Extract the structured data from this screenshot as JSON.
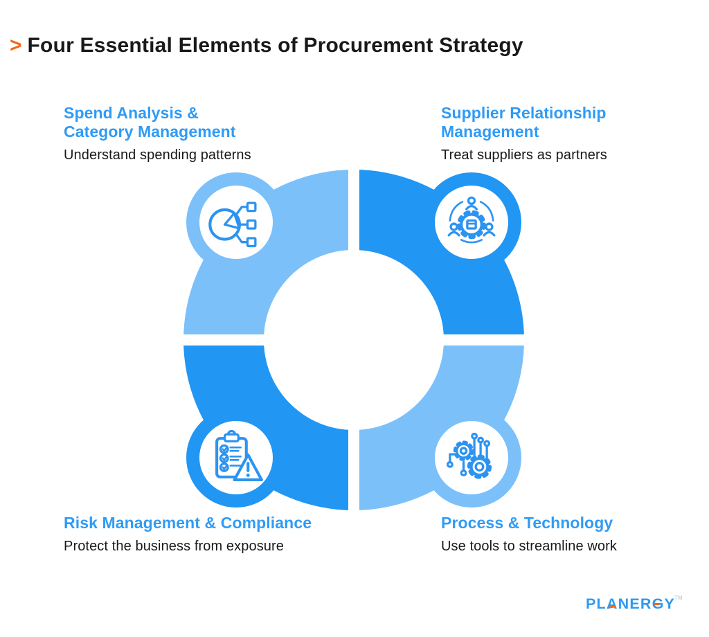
{
  "header": {
    "marker": ">",
    "title": "Four Essential Elements of Procurement Strategy"
  },
  "quadrants": [
    {
      "position": "top-left",
      "heading_lines": [
        "Spend Analysis &",
        "Category Management"
      ],
      "description": "Understand spending patterns",
      "color": "#7CC0FA",
      "icon": "pie-chart-categories-icon"
    },
    {
      "position": "top-right",
      "heading_lines": [
        "Supplier Relationship",
        "Management"
      ],
      "description": "Treat suppliers as partners",
      "color": "#2196F3",
      "icon": "supplier-network-gear-icon"
    },
    {
      "position": "bottom-left",
      "heading_lines": [
        "Risk Management & Compliance"
      ],
      "description": "Protect the business from exposure",
      "color": "#2196F3",
      "icon": "checklist-warning-icon"
    },
    {
      "position": "bottom-right",
      "heading_lines": [
        "Process & Technology"
      ],
      "description": "Use tools to streamline work",
      "color": "#7CC0FA",
      "icon": "gears-circuit-icon"
    }
  ],
  "footer": {
    "logo_text": "PLANERGY",
    "trademark": "TM"
  },
  "colors": {
    "accent-orange": "#F2691C",
    "blue-dark": "#2196F3",
    "blue-light": "#7CC0FA",
    "heading-blue": "#2F9BF5",
    "text-dark": "#191919",
    "icon-blue": "#2D93F0",
    "logo-blue": "#2E9AF0",
    "tm-gray": "#C2D6E4"
  }
}
